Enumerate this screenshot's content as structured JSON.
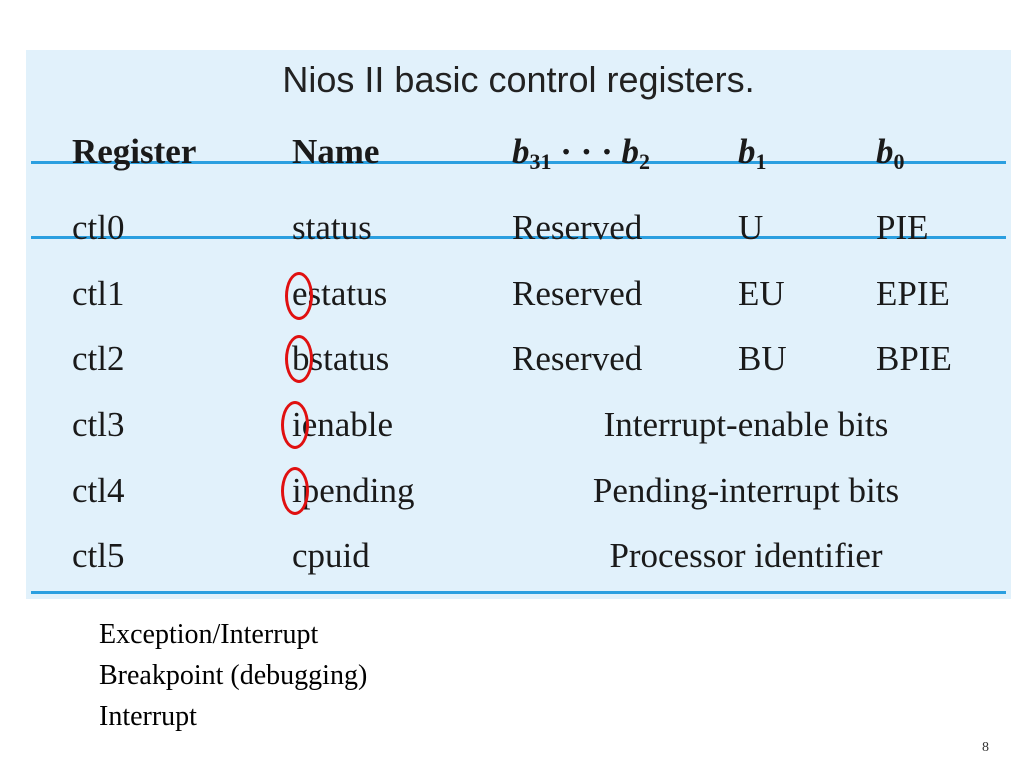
{
  "table": {
    "caption": "Nios II basic control registers.",
    "headers": {
      "register": "Register",
      "name": "Name",
      "bits_high": {
        "base": "b",
        "sub1": "31",
        "dots": " · · · ",
        "base2": "b",
        "sub2": "2"
      },
      "bit1": {
        "base": "b",
        "sub": "1"
      },
      "bit0": {
        "base": "b",
        "sub": "0"
      }
    },
    "rows": [
      {
        "register": "ctl0",
        "name": "status",
        "bits_high": "Reserved",
        "bit1": "U",
        "bit0": "PIE"
      },
      {
        "register": "ctl1",
        "name": "estatus",
        "bits_high": "Reserved",
        "bit1": "EU",
        "bit0": "EPIE"
      },
      {
        "register": "ctl2",
        "name": "bstatus",
        "bits_high": "Reserved",
        "bit1": "BU",
        "bit0": "BPIE"
      },
      {
        "register": "ctl3",
        "name": "ienable",
        "span": "Interrupt-enable bits"
      },
      {
        "register": "ctl4",
        "name": "ipending",
        "span": "Pending-interrupt bits"
      },
      {
        "register": "ctl5",
        "name": "cpuid",
        "span": "Processor identifier"
      }
    ]
  },
  "notes": [
    "Exception/Interrupt",
    "Breakpoint (debugging)",
    "Interrupt"
  ],
  "page_number": "8",
  "colors": {
    "panel_background": "#e1f1fb",
    "rule": "#2b9fe0",
    "highlight_circle": "#e01010"
  }
}
